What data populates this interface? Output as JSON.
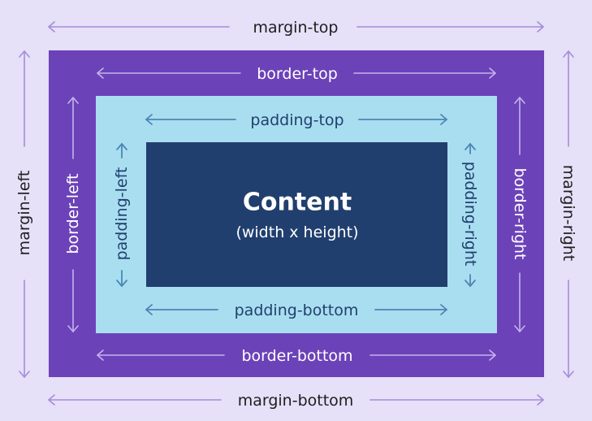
{
  "colors": {
    "margin": "#E6E0F8",
    "border": "#6C42B8",
    "padding": "#A9DEF0",
    "content": "#213F6E",
    "margin_text": "#1E1E1E",
    "margin_arrow": "#A58CD8",
    "border_text": "#FFFFFF",
    "border_arrow": "#C4B2EE",
    "padding_text": "#213F6E",
    "padding_arrow": "#4C86B4",
    "content_text": "#FFFFFF"
  },
  "labels": {
    "margin_top": "margin-top",
    "margin_bottom": "margin-bottom",
    "margin_left": "margin-left",
    "margin_right": "margin-right",
    "border_top": "border-top",
    "border_bottom": "border-bottom",
    "border_left": "border-left",
    "border_right": "border-right",
    "padding_top": "padding-top",
    "padding_bottom": "padding-bottom",
    "padding_left": "padding-left",
    "padding_right": "padding-right"
  },
  "content": {
    "title": "Content",
    "subtitle": "(width x height)"
  }
}
